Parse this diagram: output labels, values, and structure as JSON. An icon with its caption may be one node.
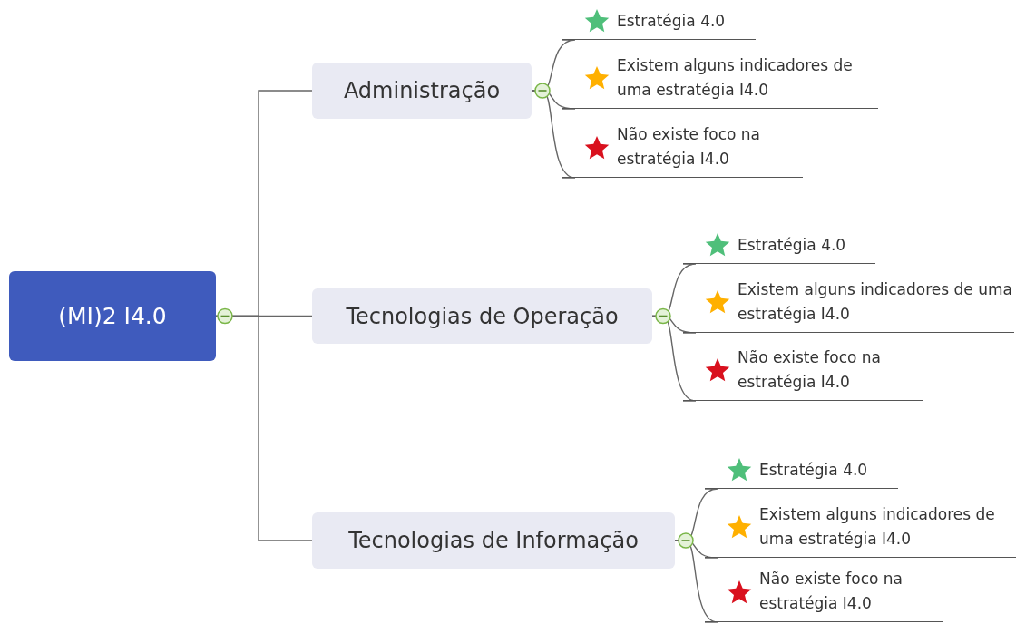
{
  "diagram": {
    "nodes": [
      {
        "text": [
          "(MI)2 I4.0"
        ]
      },
      {
        "text": [
          "Administração"
        ]
      },
      {
        "text": [
          "Estratégia 4.0"
        ]
      },
      {
        "text": [
          "Existem alguns indicadores de uma estratégia I4.0"
        ]
      },
      {
        "text": [
          "Não existe foco na estratégia I4.0"
        ]
      },
      {
        "text": [
          "Tecnologias de Operação"
        ]
      },
      {
        "text": [
          "Estratégia 4.0"
        ]
      },
      {
        "text": [
          "Existem alguns indicadores de uma estratégia I4.0"
        ]
      },
      {
        "text": [
          "Não existe foco na estratégia I4.0"
        ]
      },
      {
        "text": [
          "Tecnologias de Informação"
        ]
      },
      {
        "text": [
          "Estratégia 4.0"
        ]
      },
      {
        "text": [
          "Existem alguns indicadores de uma estratégia I4.0"
        ]
      },
      {
        "text": [
          "Não existe foco na estratégia I4.0"
        ]
      }
    ],
    "edges": [
      {
        "from": 0,
        "to": 1,
        "arrow": "none"
      },
      {
        "from": 0,
        "to": 5,
        "arrow": "none"
      },
      {
        "from": 0,
        "to": 9,
        "arrow": "none"
      },
      {
        "from": 1,
        "to": 2,
        "arrow": "none"
      },
      {
        "from": 1,
        "to": 3,
        "arrow": "none"
      },
      {
        "from": 1,
        "to": 4,
        "arrow": "none"
      },
      {
        "from": 5,
        "to": 6,
        "arrow": "none"
      },
      {
        "from": 5,
        "to": 7,
        "arrow": "none"
      },
      {
        "from": 5,
        "to": 8,
        "arrow": "none"
      },
      {
        "from": 9,
        "to": 10,
        "arrow": "none"
      },
      {
        "from": 9,
        "to": 11,
        "arrow": "none"
      },
      {
        "from": 9,
        "to": 12,
        "arrow": "none"
      }
    ]
  }
}
